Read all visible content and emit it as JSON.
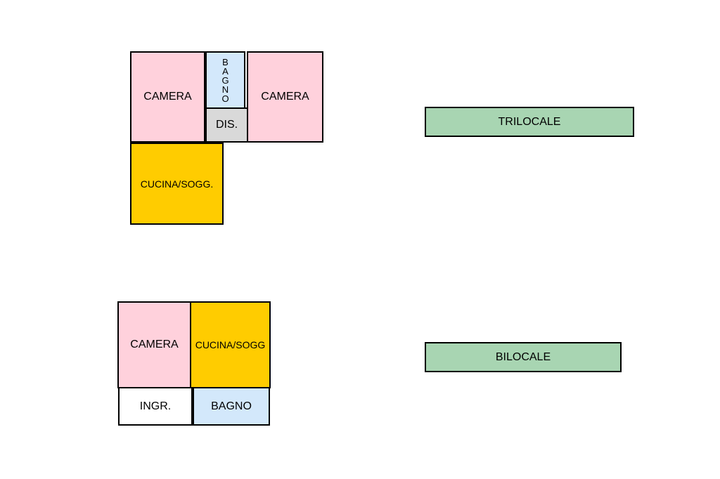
{
  "colors": {
    "camera": "#ffd1dc",
    "bagno": "#d3e8fb",
    "disimpegno": "#d9d9d9",
    "cucina": "#ffcc00",
    "ingresso": "#ffffff",
    "label": "#a8d5b2"
  },
  "trilocale": {
    "title": "TRILOCALE",
    "rooms": {
      "camera_left": "CAMERA",
      "bagno": "BAGNO",
      "dis": "DIS.",
      "camera_right": "CAMERA",
      "cucina": "CUCINA/SOGG."
    }
  },
  "bilocale": {
    "title": "BILOCALE",
    "rooms": {
      "camera": "CAMERA",
      "cucina": "CUCINA/SOGG",
      "ingr": "INGR.",
      "bagno": "BAGNO"
    }
  }
}
